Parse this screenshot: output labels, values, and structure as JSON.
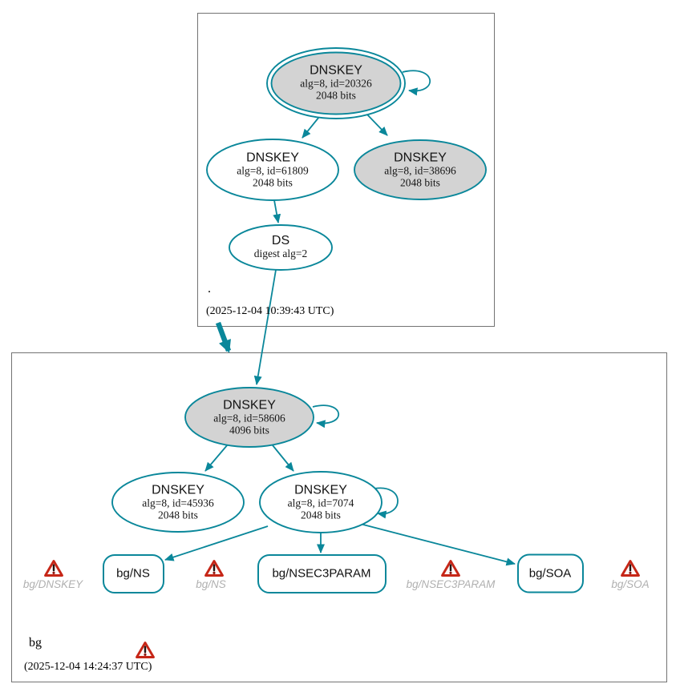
{
  "root_zone": {
    "name": ".",
    "timestamp": "(2025-12-04 10:39:43 UTC)",
    "ksk": {
      "title": "DNSKEY",
      "alg": "alg=8, id=20326",
      "bits": "2048 bits"
    },
    "zsk": {
      "title": "DNSKEY",
      "alg": "alg=8, id=61809",
      "bits": "2048 bits"
    },
    "key2": {
      "title": "DNSKEY",
      "alg": "alg=8, id=38696",
      "bits": "2048 bits"
    },
    "ds": {
      "title": "DS",
      "digest": "digest alg=2"
    }
  },
  "bg_zone": {
    "name": "bg",
    "timestamp": "(2025-12-04 14:24:37 UTC)",
    "ksk": {
      "title": "DNSKEY",
      "alg": "alg=8, id=58606",
      "bits": "4096 bits"
    },
    "zsk1": {
      "title": "DNSKEY",
      "alg": "alg=8, id=45936",
      "bits": "2048 bits"
    },
    "zsk2": {
      "title": "DNSKEY",
      "alg": "alg=8, id=7074",
      "bits": "2048 bits"
    },
    "rrset_ns": "bg/NS",
    "rrset_nsec3param": "bg/NSEC3PARAM",
    "rrset_soa": "bg/SOA",
    "warning_dnskey": "bg/DNSKEY",
    "warning_ns": "bg/NS",
    "warning_nsec3param": "bg/NSEC3PARAM",
    "warning_soa": "bg/SOA"
  },
  "colors": {
    "secure_teal": "#0a879a",
    "node_fill_grey": "#d3d3d3",
    "warning_red": "#c62617",
    "muted_text_grey": "#b0b0b0",
    "cluster_border_grey": "#737373"
  }
}
